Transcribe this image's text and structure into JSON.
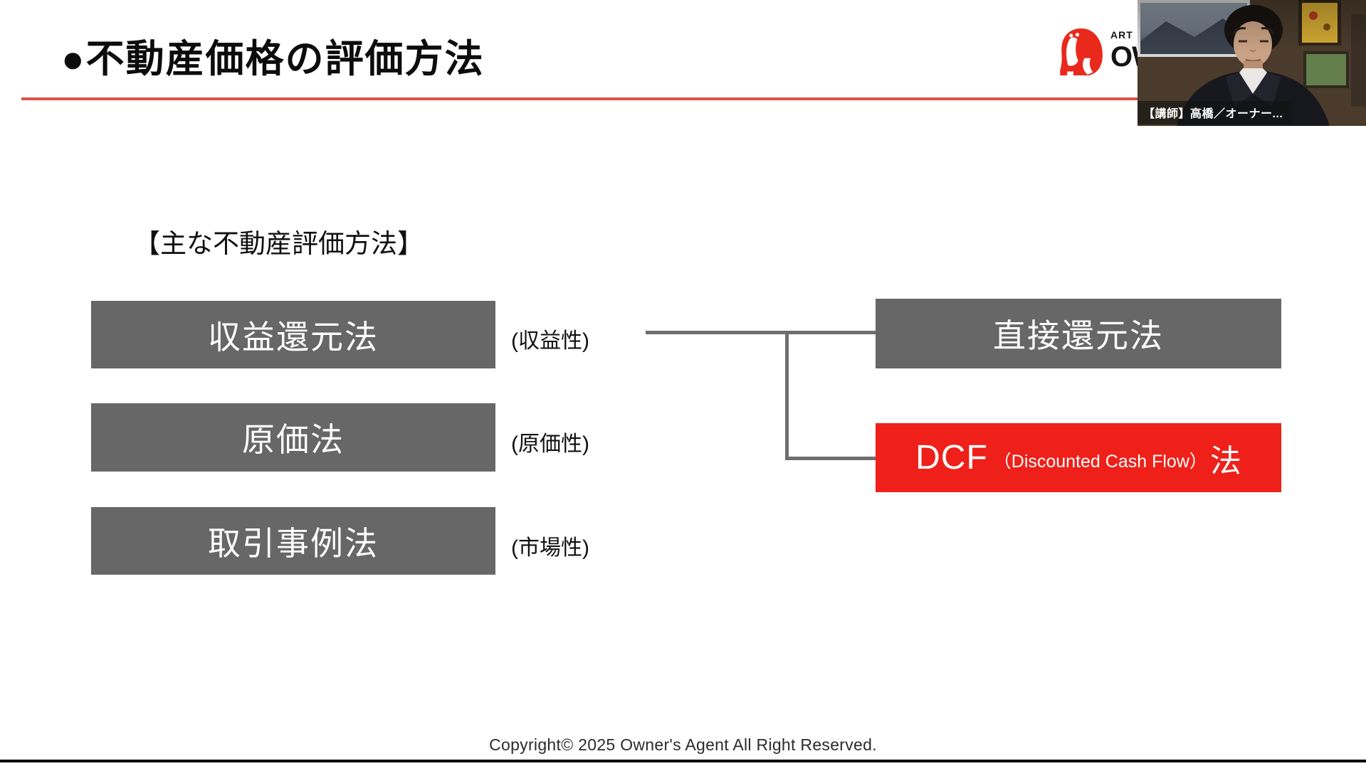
{
  "slide": {
    "title": "●不動産価格の評価方法",
    "subtitle": "【主な不動産評価方法】",
    "footer": "Copyright©  2025 Owner's Agent All Right Reserved."
  },
  "logo": {
    "icon": "gorilla-icon",
    "text_top": "ART",
    "text_bottom": "OW"
  },
  "webcam": {
    "speaker_label": "【講師】高橋／オーナー..."
  },
  "diagram": {
    "left_methods": [
      {
        "label": "収益還元法",
        "note": "(収益性)"
      },
      {
        "label": "原価法",
        "note": "(原価性)"
      },
      {
        "label": "取引事例法",
        "note": "(市場性)"
      }
    ],
    "right_methods": [
      {
        "label": "直接還元法"
      },
      {
        "label_main": "DCF",
        "label_sub": "（Discounted Cash Flow）",
        "label_suffix": "法"
      }
    ],
    "colors": {
      "box_gray": "#676767",
      "box_red": "#ee2019",
      "connector_gray": "#6e6e6e",
      "rule_red": "#d95349"
    }
  }
}
